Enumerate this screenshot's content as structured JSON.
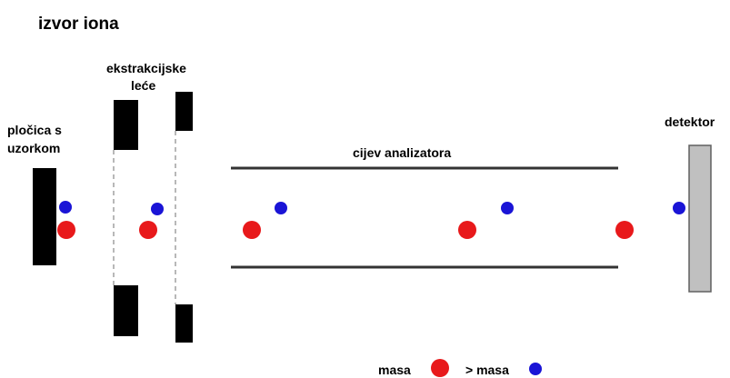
{
  "title": "izvor iona",
  "labels": {
    "sample_plate_line1": "pločica s",
    "sample_plate_line2": "uzorkom",
    "extraction_lens_line1": "ekstrakcijske",
    "extraction_lens_line2": "leće",
    "analyzer_tube": "cijev analizatora",
    "detector": "detektor"
  },
  "legend": {
    "mass_label": "masa",
    "greater_mass_label": "> masa"
  },
  "colors": {
    "red_ion": "#e8191b",
    "blue_ion": "#1a14d6",
    "plate": "#000000",
    "detector": "#c0c0c0",
    "tube_line": "#333333"
  }
}
